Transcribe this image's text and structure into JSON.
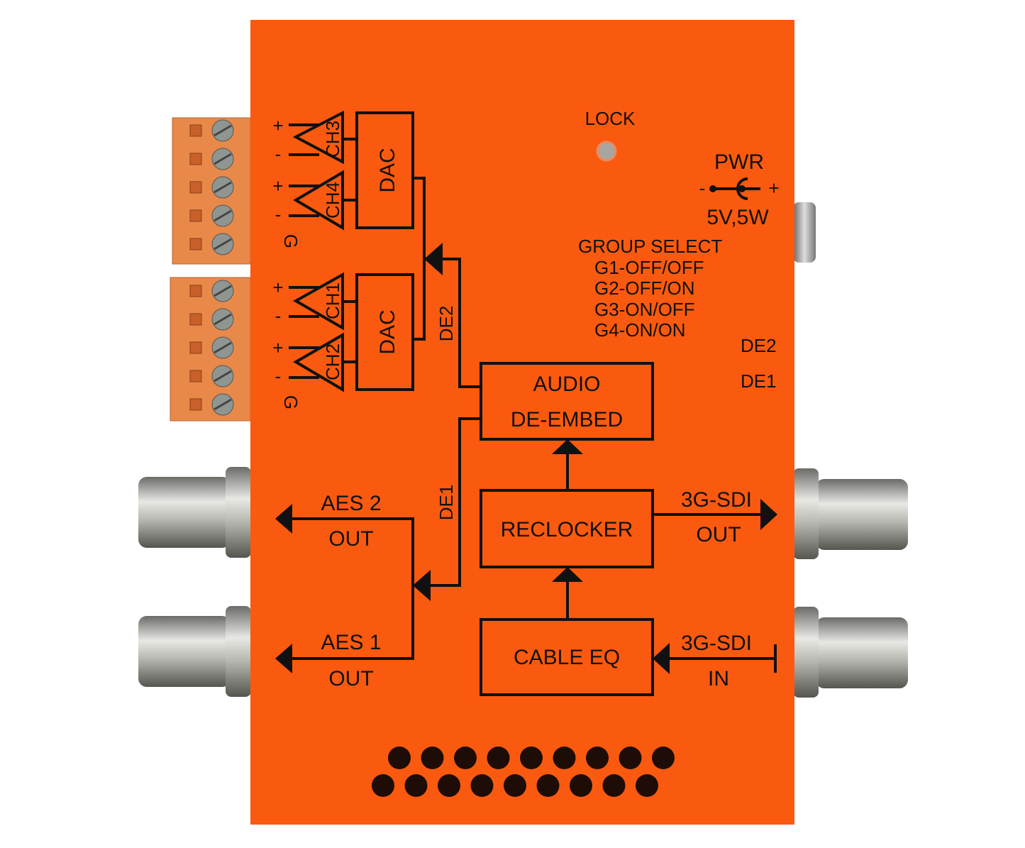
{
  "device_color": "#FA5A0F",
  "indicators": {
    "lock": "LOCK"
  },
  "power": {
    "label": "PWR",
    "minus": "-",
    "plus": "+",
    "rating": "5V,5W"
  },
  "group_select": {
    "title": "GROUP SELECT",
    "options": [
      "G1-OFF/OFF",
      "G2-OFF/ON",
      "G3-ON/OFF",
      "G4-ON/ON"
    ]
  },
  "dip_labels": {
    "de2": "DE2",
    "de1": "DE1"
  },
  "terminals": {
    "upper": [
      "+",
      "-",
      "+",
      "-",
      "G"
    ],
    "lower": [
      "+",
      "-",
      "+",
      "-",
      "G"
    ]
  },
  "channels": [
    "CH3",
    "CH4",
    "CH1",
    "CH2"
  ],
  "blocks": {
    "dac": "DAC",
    "audio_deembed": [
      "AUDIO",
      "DE-EMBED"
    ],
    "reclocker": "RECLOCKER",
    "cable_eq": "CABLE EQ"
  },
  "buses": {
    "de2": "DE2",
    "de1": "DE1"
  },
  "outputs": {
    "aes2": [
      "AES 2",
      "OUT"
    ],
    "aes1": [
      "AES 1",
      "OUT"
    ],
    "sdi_out": [
      "3G-SDI",
      "OUT"
    ],
    "sdi_in": [
      "3G-SDI",
      "IN"
    ]
  }
}
